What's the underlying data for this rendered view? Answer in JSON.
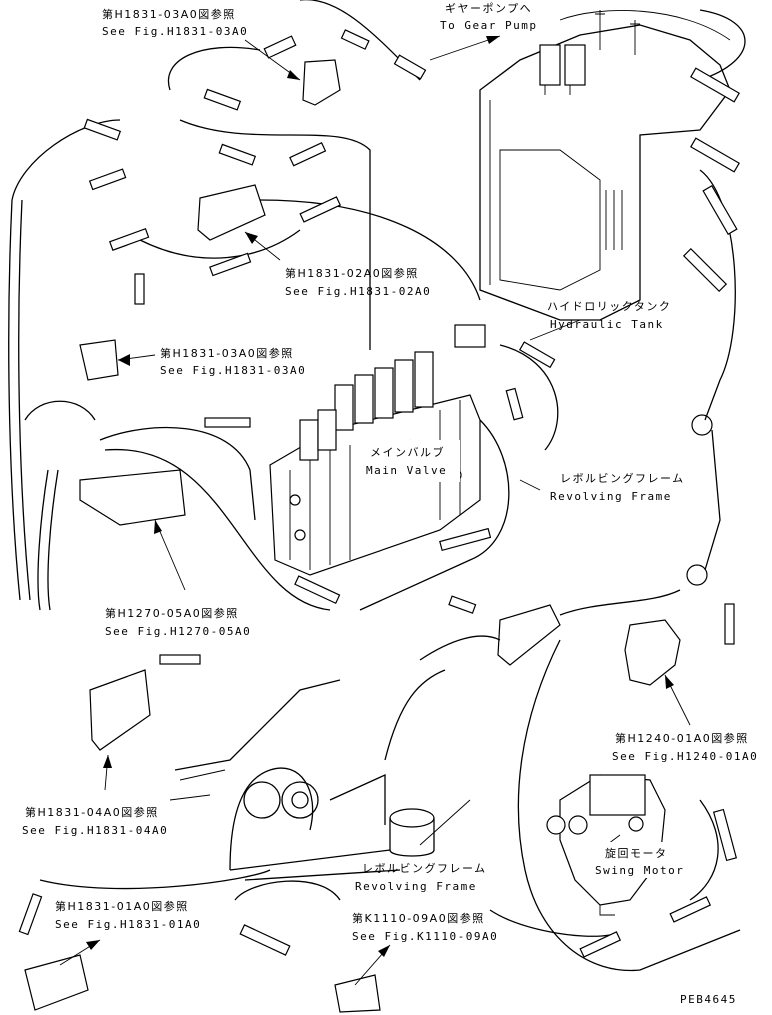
{
  "callouts": {
    "ref_h1831_03a0_top": {
      "jp": "第H1831-03A0図参照",
      "en": "See Fig.H1831-03A0"
    },
    "gear_pump": {
      "jp": "ギヤーポンプへ",
      "en": "To Gear Pump"
    },
    "ref_h1831_02a0": {
      "jp": "第H1831-02A0図参照",
      "en": "See Fig.H1831-02A0"
    },
    "hydraulic_tank": {
      "jp": "ハイドロリックタンク",
      "en": "Hydraulic Tank"
    },
    "ref_h1831_03a0_mid": {
      "jp": "第H1831-03A0図参照",
      "en": "See Fig.H1831-03A0"
    },
    "main_valve": {
      "jp": "メインバルブ",
      "en": "Main Valve"
    },
    "revolving_frame_right": {
      "jp": "レボルビングフレーム",
      "en": "Revolving Frame"
    },
    "ref_h1270_05a0": {
      "jp": "第H1270-05A0図参照",
      "en": "See Fig.H1270-05A0"
    },
    "ref_h1240_01a0": {
      "jp": "第H1240-01A0図参照",
      "en": "See Fig.H1240-01A0"
    },
    "ref_h1831_04a0": {
      "jp": "第H1831-04A0図参照",
      "en": "See Fig.H1831-04A0"
    },
    "swing_motor": {
      "jp": "旋回モータ",
      "en": "Swing Motor"
    },
    "revolving_frame_bottom": {
      "jp": "レボルビングフレーム",
      "en": "Revolving Frame"
    },
    "ref_h1831_01a0": {
      "jp": "第H1831-01A0図参照",
      "en": "See Fig.H1831-01A0"
    },
    "ref_k1110_09a0": {
      "jp": "第K1110-09A0図参照",
      "en": "See Fig.K1110-09A0"
    }
  },
  "drawing_code": "PEB4645"
}
